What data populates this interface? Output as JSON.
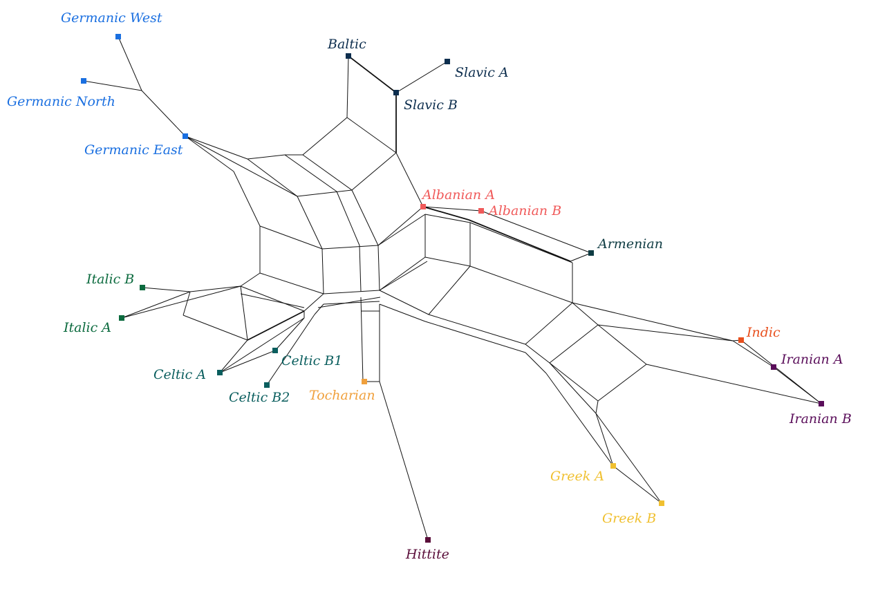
{
  "taxa": [
    {
      "id": "germanic-west",
      "label": "Germanic West",
      "color": "#1a6fe0"
    },
    {
      "id": "germanic-north",
      "label": "Germanic North",
      "color": "#1a6fe0"
    },
    {
      "id": "germanic-east",
      "label": "Germanic East",
      "color": "#1a6fe0"
    },
    {
      "id": "baltic",
      "label": "Baltic",
      "color": "#0d2e4e"
    },
    {
      "id": "slavic-a",
      "label": "Slavic A",
      "color": "#0d2e4e"
    },
    {
      "id": "slavic-b",
      "label": "Slavic B",
      "color": "#0d2e4e"
    },
    {
      "id": "albanian-a",
      "label": "Albanian A",
      "color": "#f05a5a"
    },
    {
      "id": "albanian-b",
      "label": "Albanian B",
      "color": "#f05a5a"
    },
    {
      "id": "armenian",
      "label": "Armenian",
      "color": "#0e3b42"
    },
    {
      "id": "italic-b",
      "label": "Italic B",
      "color": "#0b6a3e"
    },
    {
      "id": "italic-a",
      "label": "Italic A",
      "color": "#0b6a3e"
    },
    {
      "id": "celtic-a",
      "label": "Celtic A",
      "color": "#0a5e5e"
    },
    {
      "id": "celtic-b1",
      "label": "Celtic B1",
      "color": "#0a5e5e"
    },
    {
      "id": "celtic-b2",
      "label": "Celtic B2",
      "color": "#0a5e5e"
    },
    {
      "id": "tocharian",
      "label": "Tocharian",
      "color": "#f0a03c"
    },
    {
      "id": "hittite",
      "label": "Hittite",
      "color": "#5a0e3a"
    },
    {
      "id": "indic",
      "label": "Indic",
      "color": "#e8501e"
    },
    {
      "id": "iranian-a",
      "label": "Iranian A",
      "color": "#5a0e5a"
    },
    {
      "id": "iranian-b",
      "label": "Iranian B",
      "color": "#5a0e5a"
    },
    {
      "id": "greek-a",
      "label": "Greek A",
      "color": "#f0c030"
    },
    {
      "id": "greek-b",
      "label": "Greek B",
      "color": "#f0c030"
    }
  ]
}
